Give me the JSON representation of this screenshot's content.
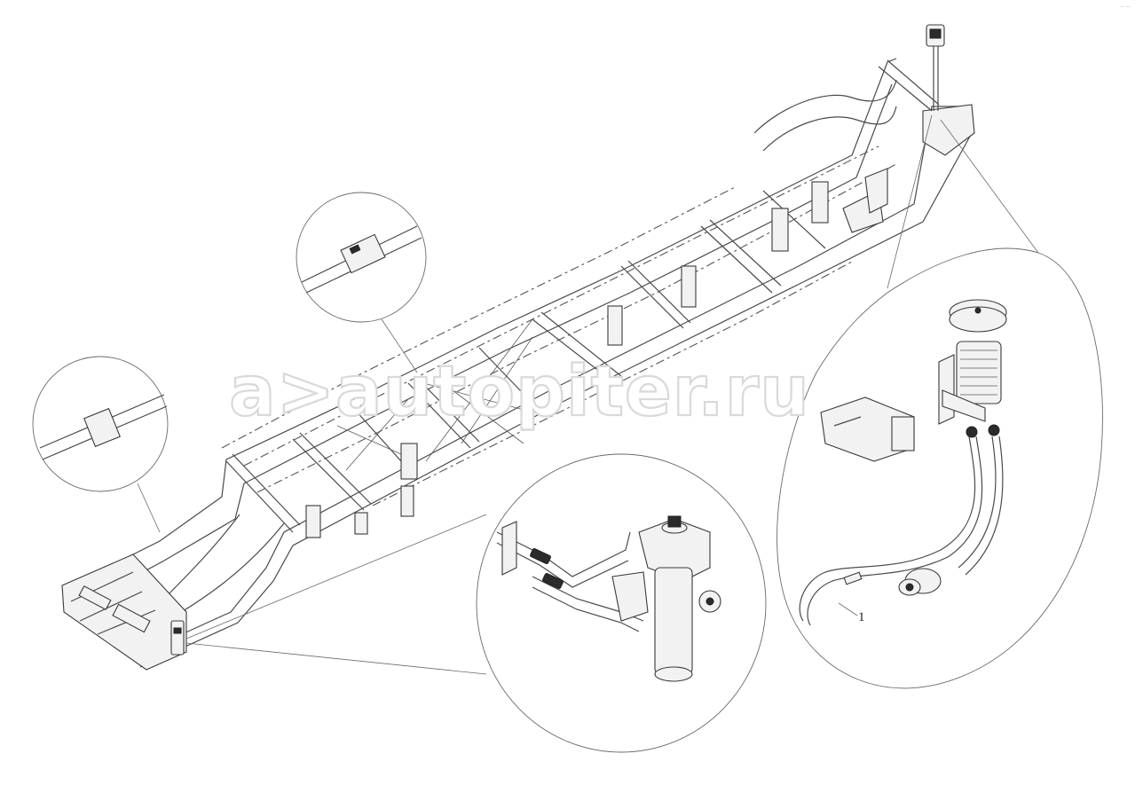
{
  "diagram": {
    "part_labels": [
      {
        "id": "hose-1",
        "text": "1"
      }
    ],
    "watermark": "a>autopiter.ru",
    "corner_mark": "·· ··",
    "colors": {
      "line": "#4a4a4a",
      "watermark_outline": "#d9d9d9",
      "background": "#ffffff"
    }
  }
}
